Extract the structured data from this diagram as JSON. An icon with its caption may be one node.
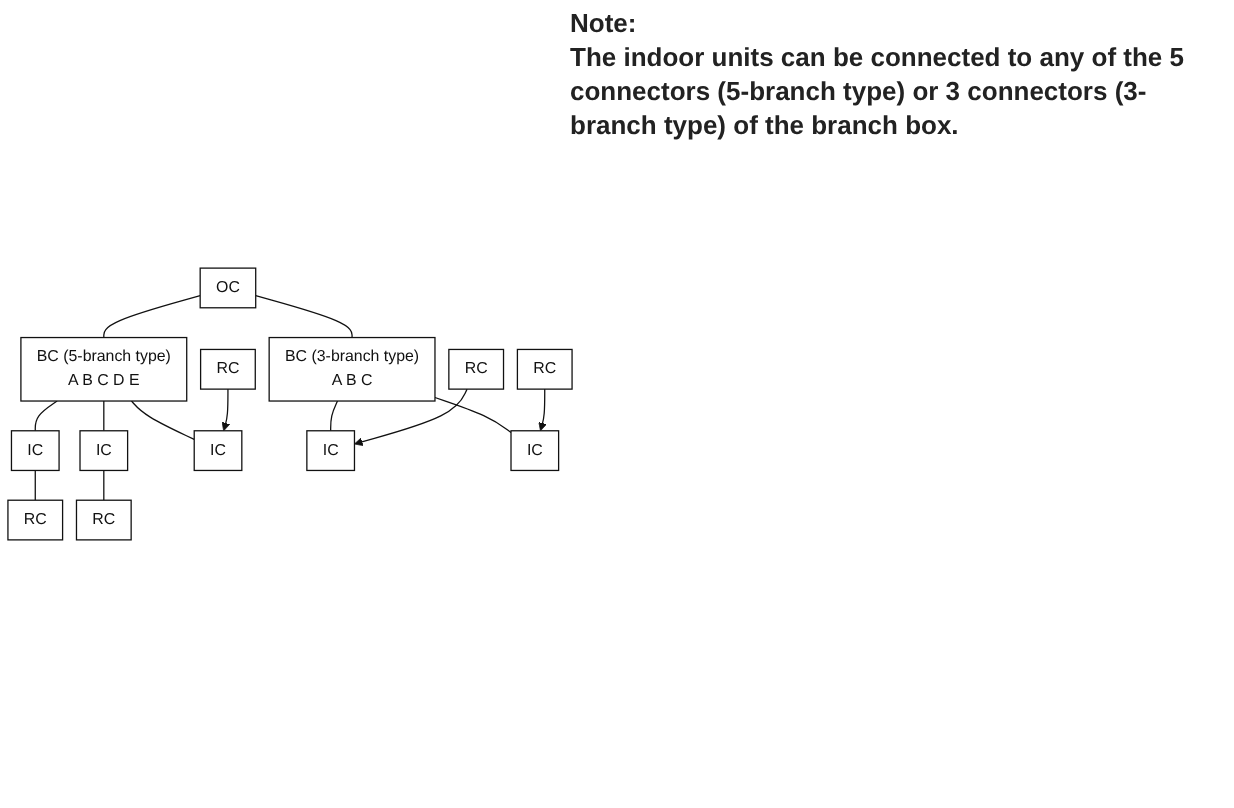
{
  "diagram": {
    "nodes": [
      {
        "text": [
          "OC"
        ]
      },
      {
        "text": [
          "BC",
          "(5-branch type)",
          "A",
          "B",
          "C",
          "D",
          "E"
        ]
      },
      {
        "text": [
          "BC",
          "(3-branch type)",
          "A",
          "B",
          "C"
        ]
      },
      {
        "text": [
          "IC"
        ]
      },
      {
        "text": [
          "IC"
        ]
      },
      {
        "text": [
          "IC"
        ]
      },
      {
        "text": [
          "IC"
        ]
      },
      {
        "text": [
          "IC"
        ]
      },
      {
        "text": [
          "RC"
        ]
      },
      {
        "text": [
          "RC"
        ]
      },
      {
        "text": [
          "RC"
        ]
      },
      {
        "text": [
          "RC"
        ]
      },
      {
        "text": [
          "RC"
        ]
      }
    ],
    "edges": [
      {
        "from": 0,
        "to": 1,
        "arrow": "none"
      },
      {
        "from": 0,
        "to": 2,
        "arrow": "none"
      },
      {
        "from": 1,
        "to": 3,
        "arrow": "none"
      },
      {
        "from": 1,
        "to": 4,
        "arrow": "none"
      },
      {
        "from": 1,
        "to": 5,
        "arrow": "none"
      },
      {
        "from": 2,
        "to": 6,
        "arrow": "none"
      },
      {
        "from": 2,
        "to": 7,
        "arrow": "none"
      },
      {
        "from": 3,
        "to": 8,
        "arrow": "none"
      },
      {
        "from": 4,
        "to": 9,
        "arrow": "none"
      },
      {
        "from": 10,
        "to": 5,
        "arrow": "to"
      },
      {
        "from": 11,
        "to": 6,
        "arrow": "to"
      },
      {
        "from": 12,
        "to": 7,
        "arrow": "to"
      }
    ],
    "labels": [
      "Note:",
      "The indoor units can be connected to any of the 5 connectors (5-branch type) or 3 connectors (3-branch type) of the branch box."
    ]
  }
}
